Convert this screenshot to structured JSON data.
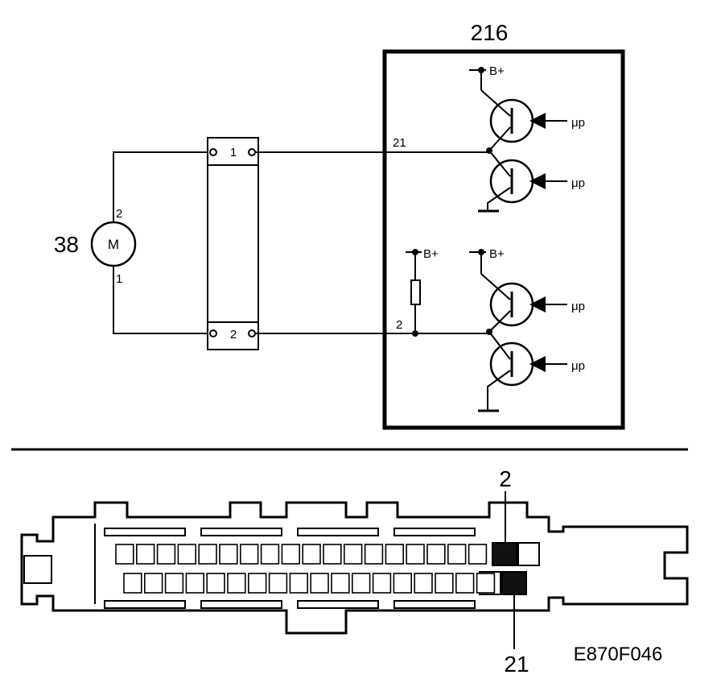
{
  "module": {
    "id": "216"
  },
  "motor": {
    "id": "38",
    "symbol": "M",
    "pin_top": "2",
    "pin_bottom": "1"
  },
  "connector": {
    "pin_top": "1",
    "pin_bottom": "2"
  },
  "module_pins": {
    "upper": "21",
    "lower": "2"
  },
  "supply_label": "B+",
  "input_label": "μp",
  "connector_view": {
    "callout_top": "2",
    "callout_bottom": "21"
  },
  "figure_code": "E870F046"
}
